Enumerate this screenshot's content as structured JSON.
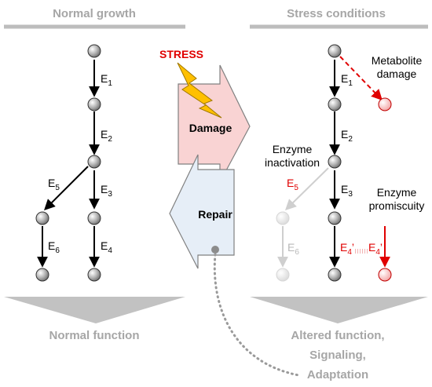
{
  "left": {
    "title": "Normal growth",
    "enzymes": {
      "e1": "E",
      "e1_sub": "1",
      "e2": "E",
      "e2_sub": "2",
      "e3": "E",
      "e3_sub": "3",
      "e4": "E",
      "e4_sub": "4",
      "e5": "E",
      "e5_sub": "5",
      "e6": "E",
      "e6_sub": "6"
    },
    "footer": "Normal function"
  },
  "right": {
    "title": "Stress conditions",
    "enzymes": {
      "e1": "E",
      "e1_sub": "1",
      "e2": "E",
      "e2_sub": "2",
      "e3": "E",
      "e3_sub": "3",
      "e5": "E",
      "e5_sub": "5",
      "e6": "E",
      "e6_sub": "6",
      "e4p": "E",
      "e4p_sub": "4",
      "e4p_prime": "’",
      "e4pp": "E",
      "e4pp_sub": "4",
      "e4pp_prime": "’"
    },
    "notes": {
      "metabolite_line1": "Metabolite",
      "metabolite_line2": "damage",
      "inactivation_line1": "Enzyme",
      "inactivation_line2": "inactivation",
      "promiscuity_line1": "Enzyme",
      "promiscuity_line2": "promiscuity"
    },
    "footer_line1": "Altered function,",
    "footer_line2": "Signaling,",
    "footer_line3": "Adaptation"
  },
  "middle": {
    "stress_label": "STRESS",
    "damage_label": "Damage",
    "repair_label": "Repair"
  },
  "colors": {
    "header_grey": "#a6a6a6",
    "damage_fill": "#f9d3d3",
    "repair_fill": "#e6eef7",
    "stress_red": "#e00000",
    "bolt_yellow": "#ffc000"
  }
}
